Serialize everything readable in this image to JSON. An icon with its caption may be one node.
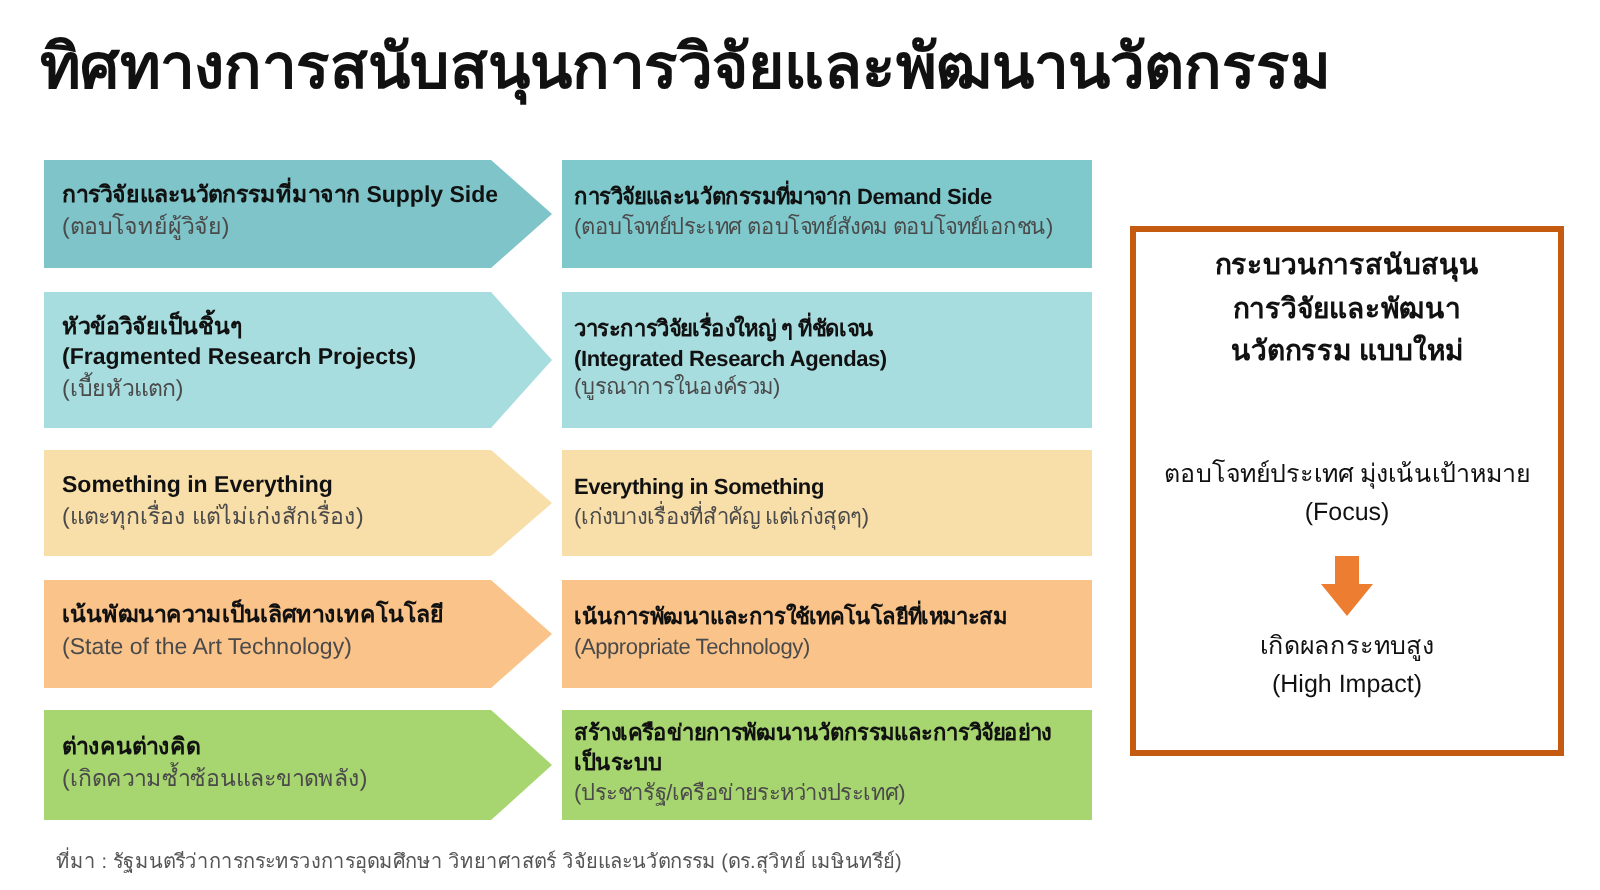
{
  "diagram": {
    "title": "ทิศทางการสนับสนุนการวิจัยและพัฒนานวัตกรรม",
    "nodes": [
      {
        "text": [
          "การวิจัยและนวัตกรรมที่มาจาก Supply Side",
          "(ตอบโจทย์ผู้วิจัย)"
        ]
      },
      {
        "text": [
          "การวิจัยและนวัตกรรมที่มาจาก Demand Side",
          "(ตอบโจทย์ประเทศ ตอบโจทย์สังคม ตอบโจทย์เอกชน)"
        ]
      },
      {
        "text": [
          "หัวข้อวิจัยเป็นชิ้นๆ",
          "(Fragmented Research Projects)",
          "(เบี้ยหัวแตก)"
        ]
      },
      {
        "text": [
          "วาระการวิจัยเรื่องใหญ่ ๆ ที่ชัดเจน",
          "(Integrated Research Agendas)",
          "(บูรณาการในองค์รวม)"
        ]
      },
      {
        "text": [
          "Something in Everything",
          "(แตะทุกเรื่อง แต่ไม่เก่งสักเรื่อง)"
        ]
      },
      {
        "text": [
          "Everything in Something",
          "(เก่งบางเรื่องที่สำคัญ แต่เก่งสุดๆ)"
        ]
      },
      {
        "text": [
          "เน้นพัฒนาความเป็นเลิศทางเทคโนโลยี",
          "(State of the Art Technology)"
        ]
      },
      {
        "text": [
          "เน้นการพัฒนาและการใช้เทคโนโลยีที่เหมาะสม",
          "(Appropriate Technology)"
        ]
      },
      {
        "text": [
          "ต่างคนต่างคิด",
          "(เกิดความซ้ำซ้อนและขาดพลัง)"
        ]
      },
      {
        "text": [
          "สร้างเครือข่ายการพัฒนานวัตกรรมและการวิจัยอย่างเป็นระบบ",
          "(ประชารัฐ/เครือข่ายระหว่างประเทศ)"
        ]
      },
      {
        "text": [
          "กระบวนการสนับสนุน การวิจัยและพัฒนานวัตกรรม แบบใหม่"
        ]
      },
      {
        "text": [
          "ตอบโจทย์ประเทศ มุ่งเน้นเป้าหมาย (Focus)"
        ],
        "in": 10
      },
      {
        "text": [
          "เกิดผลกระทบสูง (High Impact)"
        ],
        "in": 10
      }
    ],
    "edges": [
      {
        "from": 11,
        "to": 12,
        "arrow": "to"
      }
    ],
    "labels": [
      "ที่มา : รัฐมนตรีว่าการกระทรวงการอุดมศึกษา วิทยาศาสตร์ วิจัยและนวัตกรรม (ดร.สุวิทย์ เมษินทรีย์)"
    ]
  }
}
